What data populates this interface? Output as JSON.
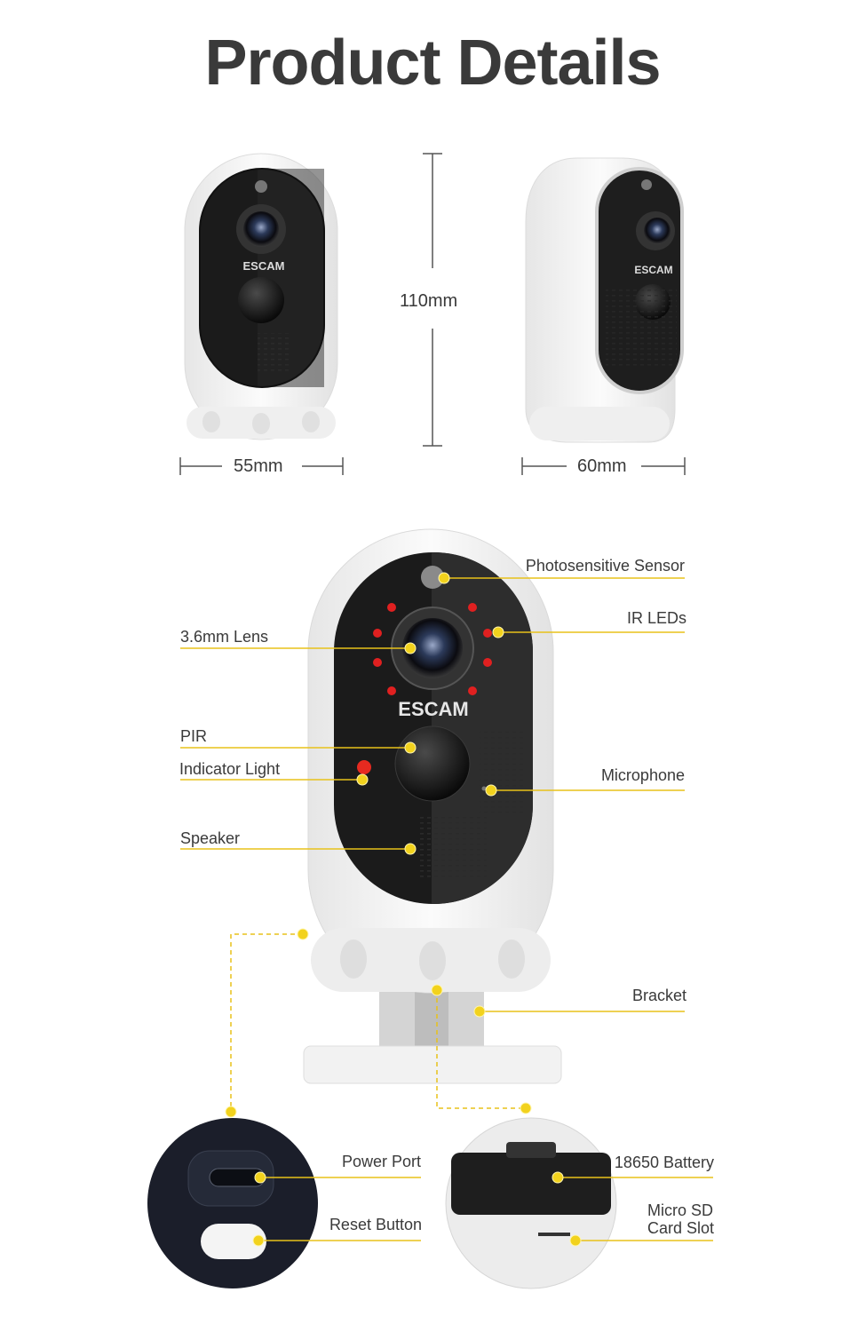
{
  "title": "Product Details",
  "brand": "ESCAM",
  "dimensions": {
    "height": "110mm",
    "front_width": "55mm",
    "side_depth": "60mm"
  },
  "labels": {
    "photosensitive_sensor": "Photosensitive Sensor",
    "ir_leds": "IR LEDs",
    "lens": "3.6mm Lens",
    "pir": "PIR",
    "indicator_light": "Indicator Light",
    "microphone": "Microphone",
    "speaker": "Speaker",
    "bracket": "Bracket",
    "power_port": "Power Port",
    "reset_button": "Reset Button",
    "battery": "18650 Battery",
    "sd_slot_line1": "Micro SD",
    "sd_slot_line2": "Card Slot"
  },
  "colors": {
    "leader_line": "#e8c21a",
    "callout_dot": "#f2d21d",
    "ir_led": "#e02020",
    "camera_face": "#1b1b1b",
    "camera_body": "#f4f4f4"
  }
}
